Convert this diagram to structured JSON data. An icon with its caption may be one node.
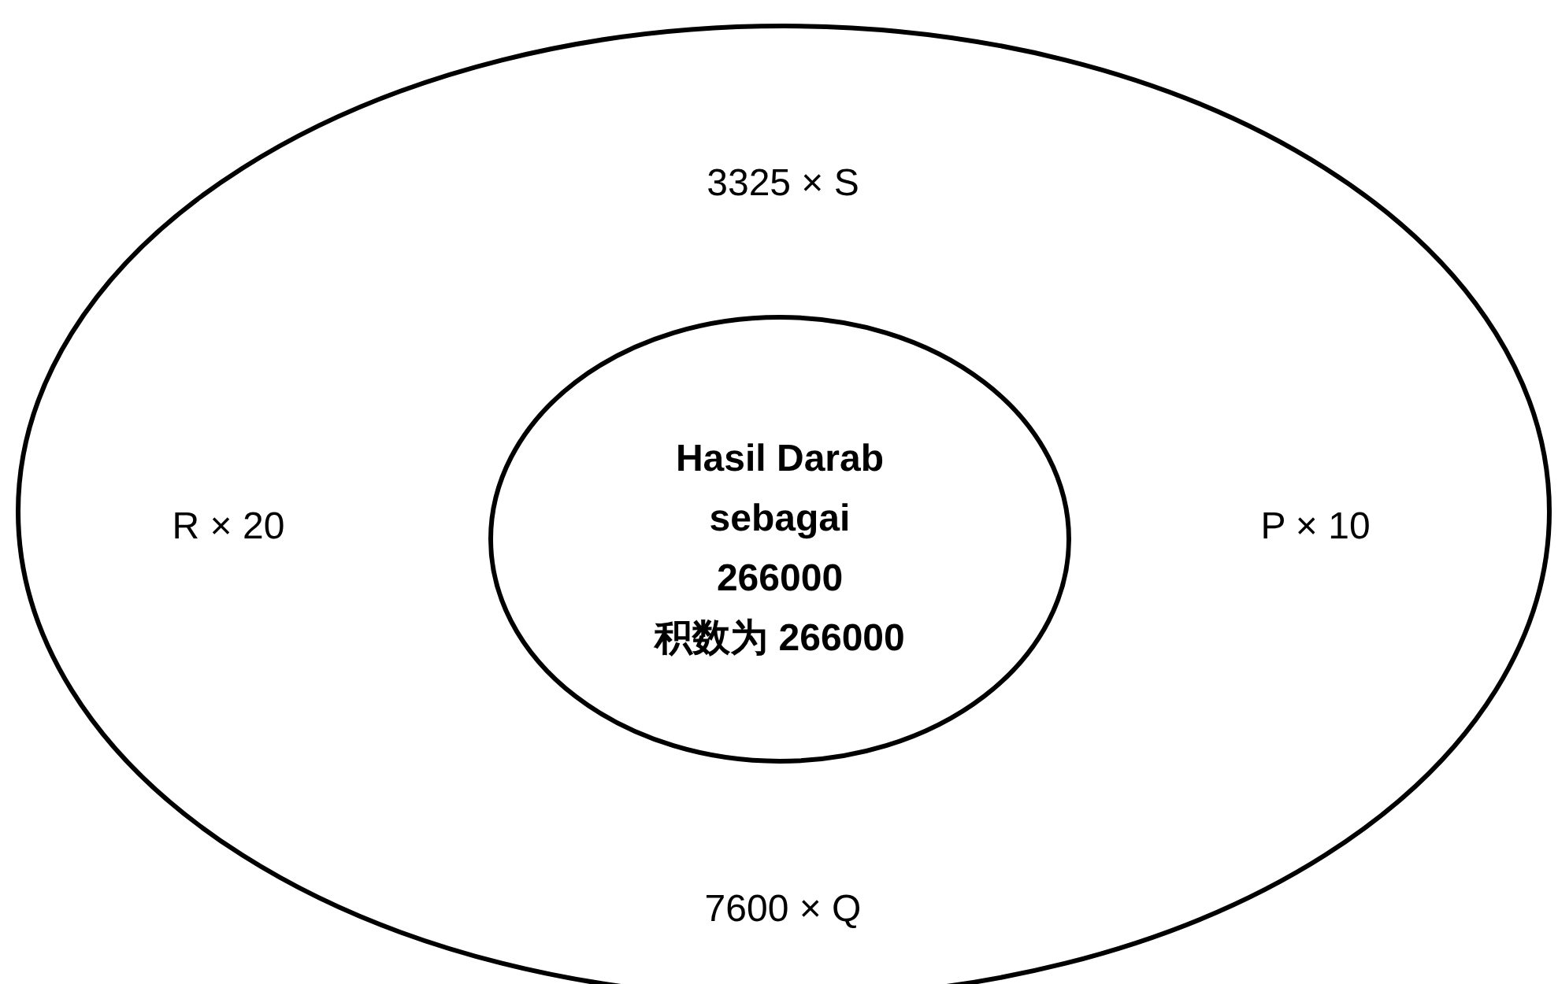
{
  "diagram": {
    "nodes": [
      {
        "text": [
          "3325 × S",
          "R × 20",
          "P × 10",
          "7600 × Q"
        ]
      },
      {
        "text": [
          "Hasil Darab sebagai 266000",
          "积数为 266000"
        ],
        "in": 0
      }
    ]
  }
}
